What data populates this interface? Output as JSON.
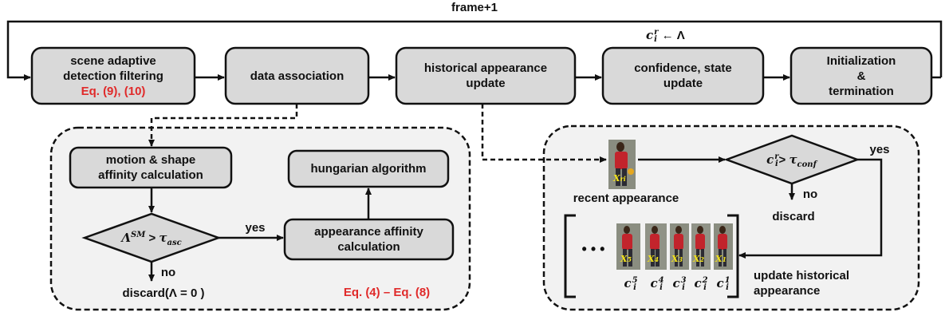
{
  "top_loop": {
    "label": "frame+1",
    "assign": "← Λ"
  },
  "pipeline": {
    "box1": {
      "line1": "scene adaptive",
      "line2": "detection filtering",
      "eq": "Eq. (9), (10)"
    },
    "box2": {
      "label": "data association"
    },
    "box3": {
      "line1": "historical appearance",
      "line2": "update"
    },
    "box4": {
      "line1": "confidence, state",
      "line2": "update"
    },
    "box5": {
      "line1": "Initialization",
      "line2": "&",
      "line3": "termination"
    }
  },
  "association_panel": {
    "motion_box": {
      "line1": "motion & shape",
      "line2": "affinity calculation"
    },
    "hungarian_box": {
      "label": "hungarian algorithm"
    },
    "decision": {
      "text": "> "
    },
    "yes": "yes",
    "no": "no",
    "appearance_box": {
      "line1": "appearance affinity",
      "line2": "calculation"
    },
    "discard": "discard(Λ = 0 )",
    "eq": "Eq. (4) – Eq. (8)"
  },
  "appearance_panel": {
    "recent_label": "recent appearance",
    "decision": {
      "text": "> "
    },
    "yes": "yes",
    "no": "no",
    "discard": "discard",
    "ellipsis": "• • •",
    "update_label_1": "update historical",
    "update_label_2": "appearance",
    "confidences": [
      "5",
      "4",
      "3",
      "2",
      "1"
    ]
  },
  "colors": {
    "box_fill": "#d9d9d9",
    "panel_fill": "#f2f2f2",
    "accent_red": "#e02a2a",
    "label_yellow": "#f2e21c"
  }
}
